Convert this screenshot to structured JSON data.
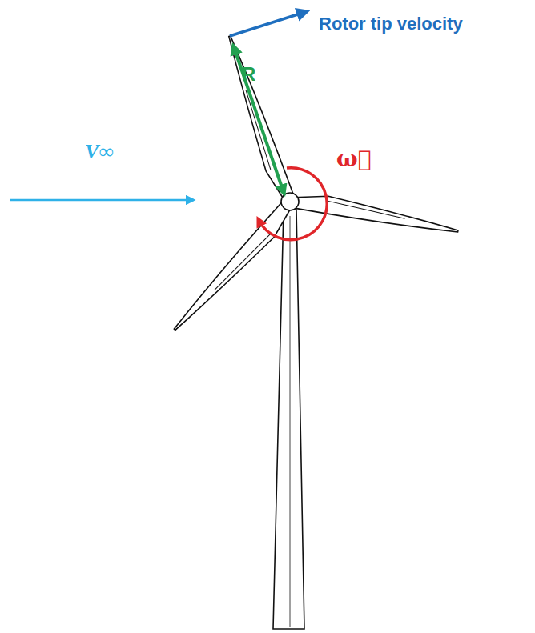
{
  "diagram": {
    "labels": [
      "Rotor tip velocity",
      "R",
      "V∞",
      "ω⃗"
    ]
  }
}
